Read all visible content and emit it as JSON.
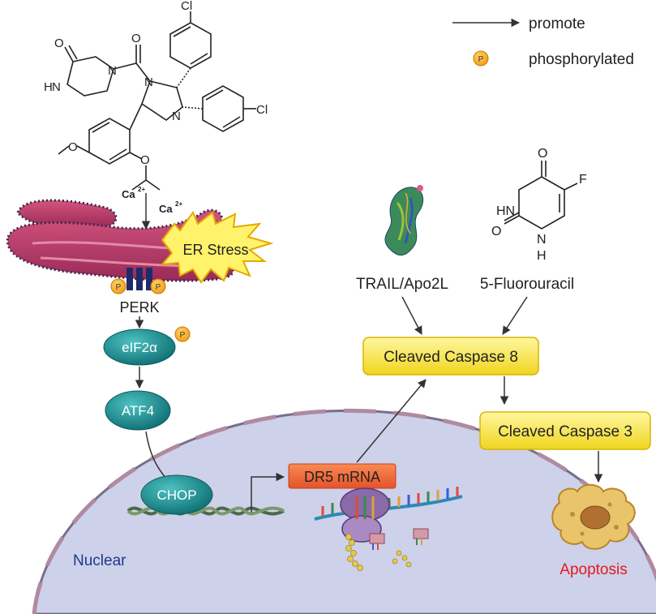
{
  "legend": {
    "promote_label": "promote",
    "phosphorylated_label": "phosphorylated",
    "p_symbol": "P"
  },
  "molecule": {
    "atoms": {
      "o_carbonyl_left": "O",
      "nh_ring": "N",
      "h_ring": "H",
      "n_piperazine": "N",
      "o_amide": "O",
      "n_imidazoline_1": "N",
      "n_imidazoline_2": "N",
      "cl_top": "Cl",
      "cl_right": "Cl",
      "o_methoxy": "O",
      "o_isopropoxy": "O"
    }
  },
  "calcium": {
    "label_1": "Ca",
    "sup_1": "2+",
    "label_2": "Ca",
    "sup_2": "2+"
  },
  "er": {
    "stress_label": "ER Stress"
  },
  "pathway": {
    "perk_label": "PERK",
    "eif2a_label": "eIF2α",
    "atf4_label": "ATF4",
    "chop_label": "CHOP",
    "dr5_label": "DR5 mRNA",
    "nuclear_label": "Nuclear"
  },
  "trail": {
    "label": "TRAIL/Apo2L"
  },
  "fluorouracil": {
    "label": "5-Fluorouracil",
    "atoms": {
      "o_top": "O",
      "f": "F",
      "hn": "HN",
      "o_left": "O",
      "n": "N",
      "h": "H"
    }
  },
  "caspase": {
    "caspase8_label": "Cleaved Caspase 8",
    "caspase3_label": "Cleaved Caspase 3"
  },
  "apoptosis": {
    "label": "Apoptosis"
  },
  "colors": {
    "teal_node": "#1f8a8a",
    "caspase_fill": "#f5e23a",
    "dr5_fill": "#f06a30",
    "nucleus_fill": "#cfd3ea",
    "er_fill": "#b5386a",
    "apoptosis_text": "#e41a1c",
    "nuclear_text": "#1f3a8a",
    "phospho_fill": "#f5a623"
  }
}
